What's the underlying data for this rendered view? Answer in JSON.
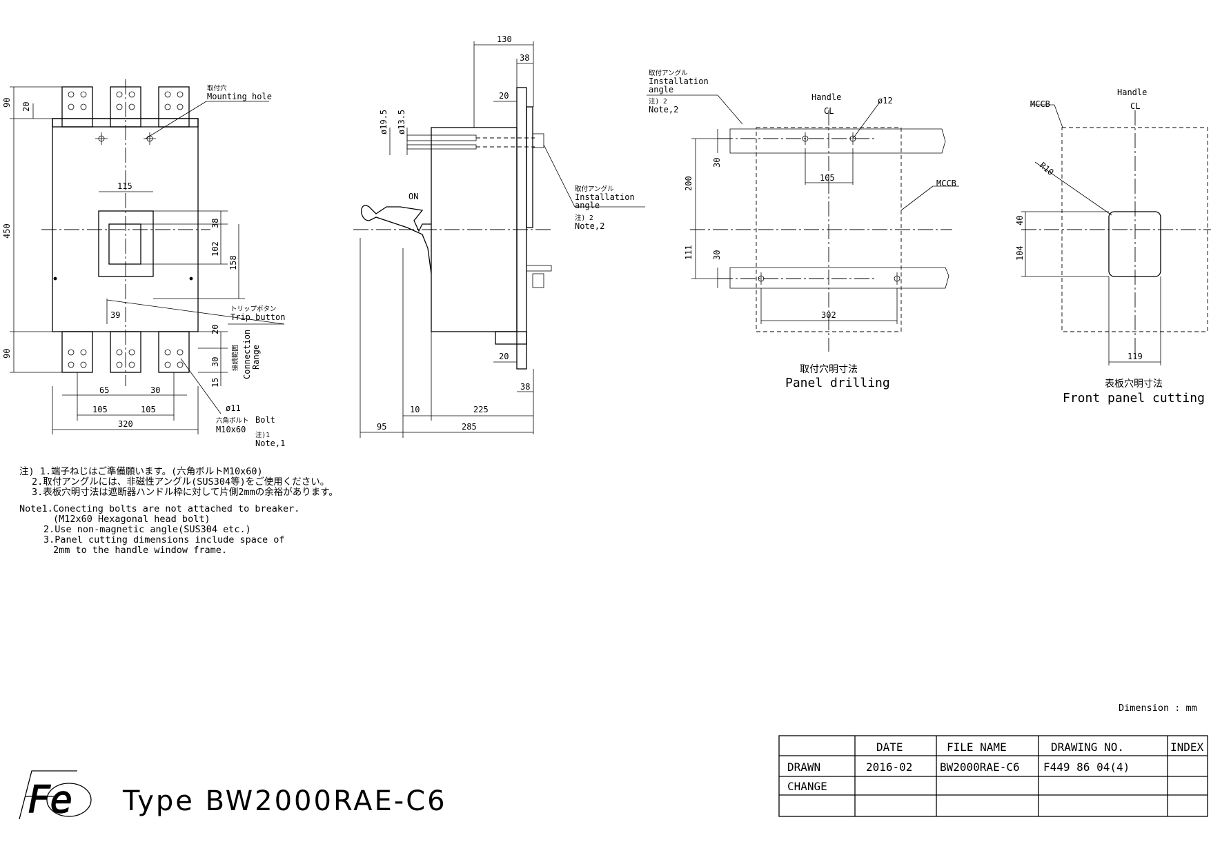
{
  "front_view": {
    "dim_90_top": "90",
    "dim_20_top": "20",
    "dim_450": "450",
    "dim_90_bottom": "90",
    "dim_115": "115",
    "dim_38": "38",
    "dim_102": "102",
    "dim_158": "158",
    "dim_39": "39",
    "dim_20_right": "20",
    "dim_30_right": "30",
    "dim_15_right": "15",
    "dim_65": "65",
    "dim_30_bottom": "30",
    "dim_105_a": "105",
    "dim_105_b": "105",
    "dim_320": "320",
    "dim_phi11": "ø11",
    "mounting_hole_jp": "取付穴",
    "mounting_hole_en": "Mounting hole",
    "trip_button_jp": "トリップボタン",
    "trip_button_en": "Trip button",
    "connection_range_jp": "接続範囲",
    "connection_range_en1": "Connection",
    "connection_range_en2": "Range",
    "bolt_jp": "六角ボルト",
    "bolt_en": "Bolt",
    "bolt_size": "M10x60",
    "note1_jp": "注)1",
    "note1_en": "Note,1"
  },
  "side_view": {
    "dim_130": "130",
    "dim_38_top": "38",
    "dim_20_top": "20",
    "dim_phi19_5": "ø19.5",
    "dim_phi13_5": "ø13.5",
    "on_label": "ON",
    "angle_jp": "取付アングル",
    "angle_en1": "Installation",
    "angle_en2": "angle",
    "note2_jp": "注) 2",
    "note2_en": "Note,2",
    "dim_20_bottom": "20",
    "dim_38_bottom": "38",
    "dim_10": "10",
    "dim_225": "225",
    "dim_95": "95",
    "dim_285": "285"
  },
  "panel_drilling": {
    "angle_jp": "取付アングル",
    "angle_en1": "Installation",
    "angle_en2": "angle",
    "note2_jp": "注) 2",
    "note2_en": "Note,2",
    "handle": "Handle",
    "cl": "CL",
    "dim_phi12": "ø12",
    "dim_200": "200",
    "dim_30_top": "30",
    "dim_105": "105",
    "mccb": "MCCB",
    "dim_111": "111",
    "dim_30_bottom": "30",
    "dim_302": "302",
    "caption_jp": "取付穴明寸法",
    "caption_en": "Panel drilling"
  },
  "front_panel_cutting": {
    "handle": "Handle",
    "cl": "CL",
    "mccb": "MCCB",
    "dim_r10": "R10",
    "dim_40": "40",
    "dim_104": "104",
    "dim_119": "119",
    "caption_jp": "表板穴明寸法",
    "caption_en": "Front panel cutting"
  },
  "notes_jp": [
    "注) 1.端子ねじはご準備願います。(六角ボルトM10x60)",
    "2.取付アングルには、非磁性アングル(SUS304等)をご使用ください。",
    "3.表板穴明寸法は遮断器ハンドル枠に対して片側2mmの余裕があります。"
  ],
  "notes_en": [
    "Note1.Conecting bolts are not attached to breaker.",
    "(M12x60 Hexagonal head bolt)",
    "2.Use non-magnetic angle(SUS304 etc.)",
    "3.Panel cutting dimensions include space of",
    "2mm to the handle window frame."
  ],
  "dimension_unit": "Dimension : mm",
  "logo_text": "Fe",
  "type_title": "Type BW2000RAE-C6",
  "title_block": {
    "headers": [
      "",
      "DATE",
      "FILE NAME",
      "DRAWING NO.",
      "INDEX"
    ],
    "rows": [
      [
        "DRAWN",
        "2016-02",
        "BW2000RAE-C6",
        "F449 86 04(4)",
        ""
      ],
      [
        "CHANGE",
        "",
        "",
        "",
        ""
      ],
      [
        "",
        "",
        "",
        "",
        ""
      ]
    ]
  }
}
